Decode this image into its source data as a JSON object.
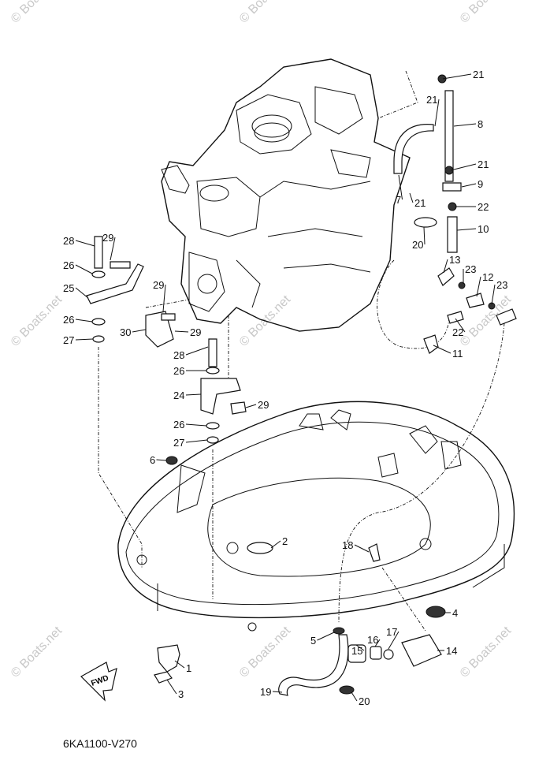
{
  "diagram": {
    "part_code": "6KA1100-V270",
    "fwd_label": "FWD",
    "watermark": "© Boats.net",
    "callouts": [
      "21",
      "21",
      "8",
      "21",
      "9",
      "7",
      "21",
      "22",
      "10",
      "20",
      "13",
      "23",
      "12",
      "23",
      "22",
      "11",
      "28",
      "29",
      "26",
      "25",
      "26",
      "27",
      "29",
      "30",
      "29",
      "28",
      "26",
      "24",
      "29",
      "26",
      "27",
      "6",
      "2",
      "18",
      "4",
      "5",
      "15",
      "16",
      "17",
      "14",
      "1",
      "3",
      "19",
      "20"
    ]
  }
}
